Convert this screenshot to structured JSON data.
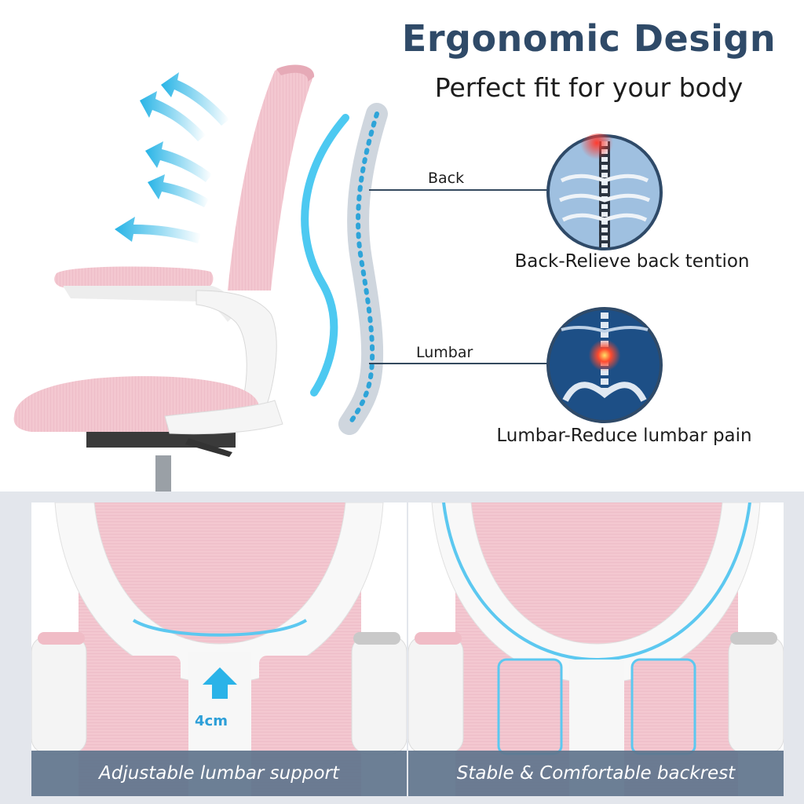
{
  "header": {
    "title": "Ergonomic Design",
    "subtitle": "Perfect fit for your body"
  },
  "spine": {
    "back_label": "Back",
    "lumbar_label": "Lumbar"
  },
  "callouts": {
    "back_caption": "Back-Relieve back tention",
    "lumbar_caption": "Lumbar-Reduce lumbar pain"
  },
  "panels": {
    "left_caption": "Adjustable lumbar support",
    "left_badge": "4cm",
    "right_caption": "Stable & Comfortable backrest"
  },
  "colors": {
    "title": "#2f4a68",
    "accent_blue": "#2d9fd8",
    "chair_pink": "#f2c6cf",
    "banner": "#5f748c"
  }
}
